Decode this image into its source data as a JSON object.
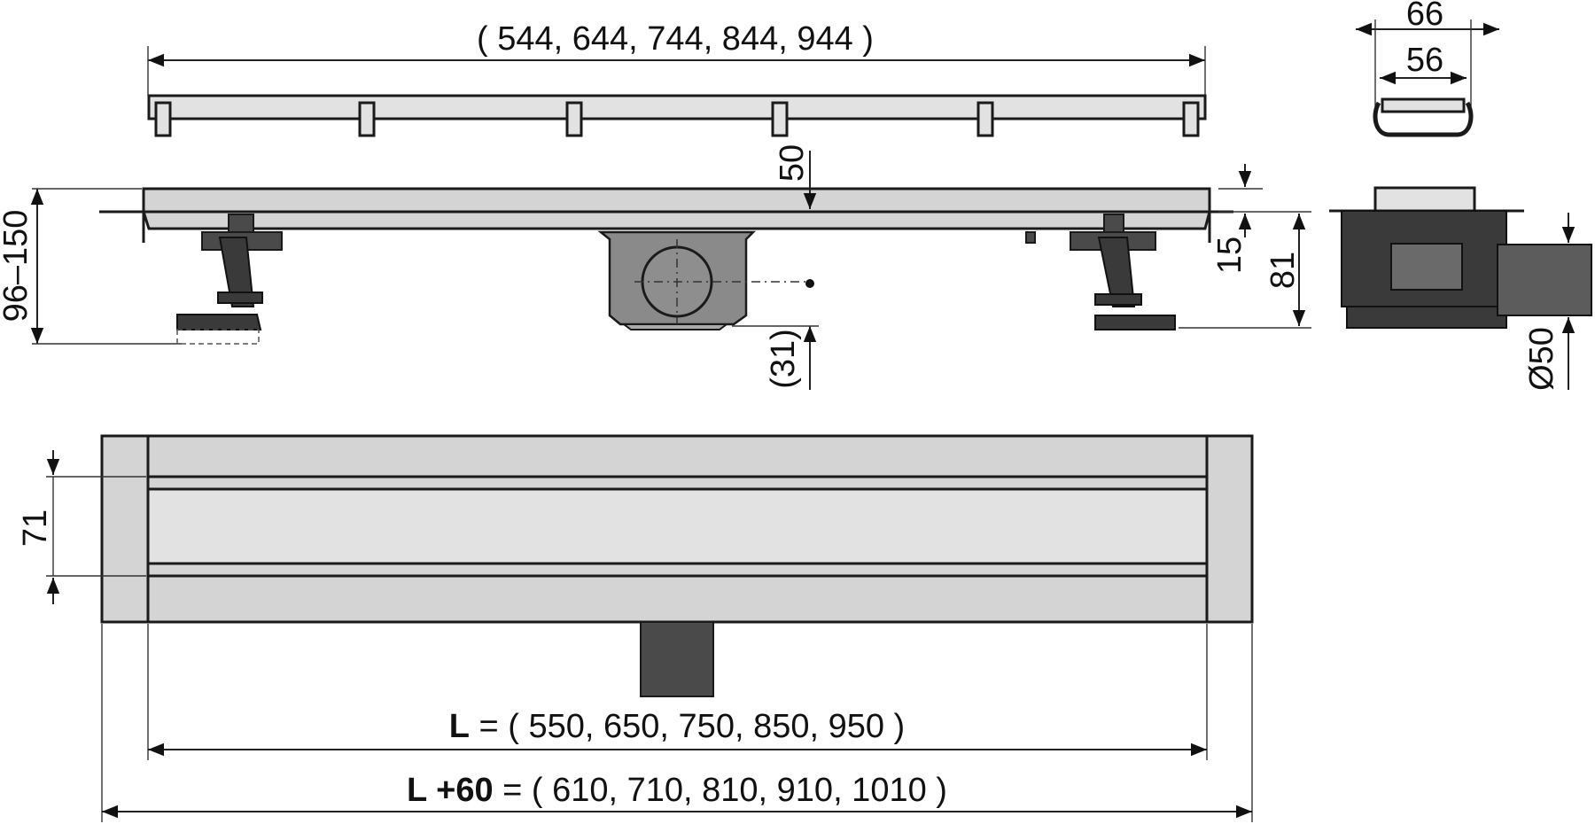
{
  "labels": {
    "grate_lengths": "( 544, 644, 744, 844, 944 )",
    "width_outer": "66",
    "width_inner": "56",
    "height_adjust": "96–150",
    "depth_top": "50",
    "depth_bottom": "(31)",
    "flange_height": "15",
    "total_height": "81",
    "outlet_diameter": "Ø50",
    "channel_width": "71",
    "length_L_symbol": "L",
    "length_L_values": " = ( 550, 650, 750, 850, 950 )",
    "length_L60_symbol": "L +60",
    "length_L60_values": " = ( 610, 710, 810, 910, 1010 )"
  },
  "colors": {
    "steel": "#d4d4d4",
    "dark_parts": "#4a4a4a",
    "outline": "#1a1a1a"
  }
}
